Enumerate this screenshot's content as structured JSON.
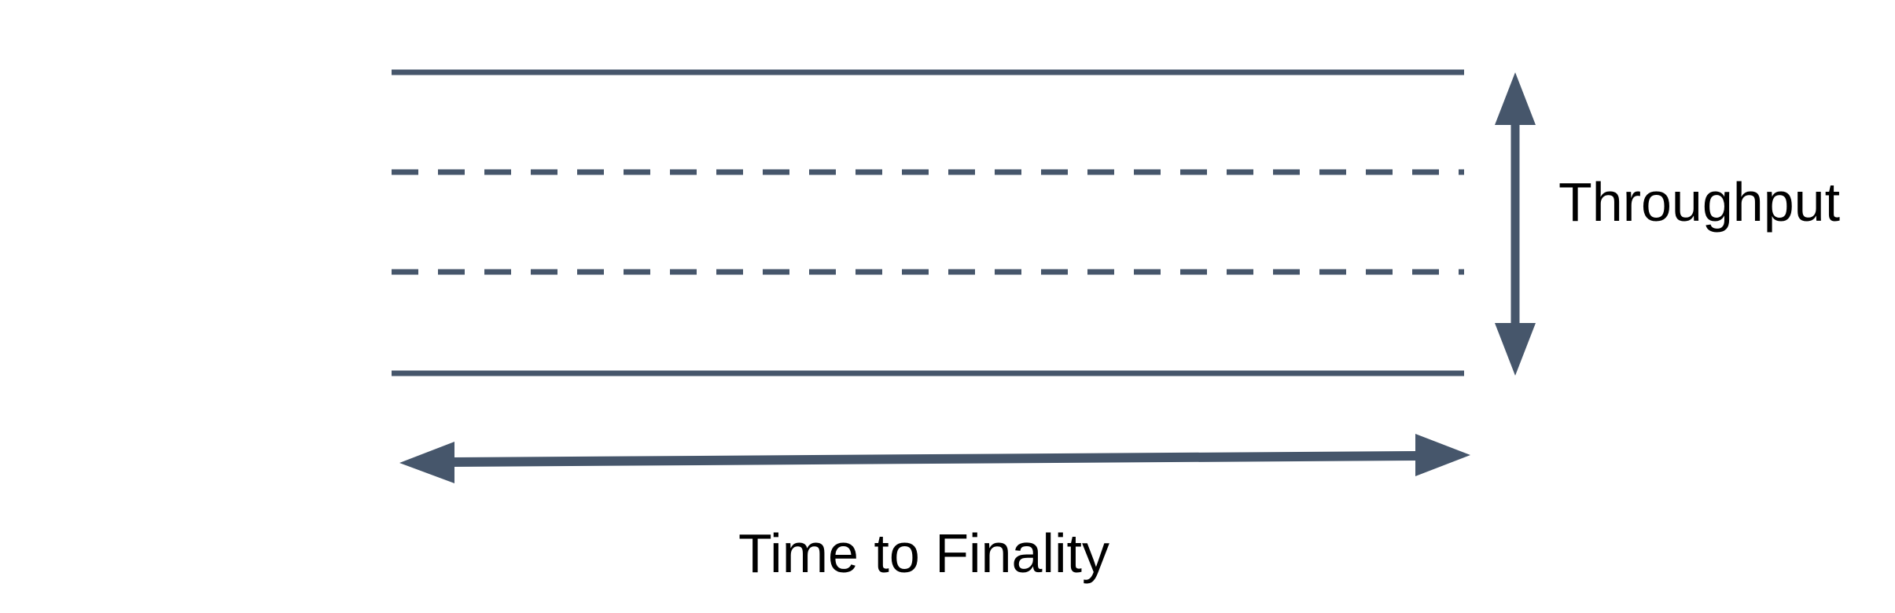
{
  "diagram": {
    "labels": {
      "throughput": "Throughput",
      "time_to_finality": "Time to Finality"
    },
    "colors": {
      "shape": "#46566B",
      "text": "#000000",
      "background": "#FFFFFF"
    },
    "icons": {
      "vertical_double_arrow": "↕",
      "horizontal_double_arrow": "↔"
    },
    "bands": {
      "line_styles": [
        "solid",
        "dashed",
        "dashed",
        "solid"
      ]
    }
  }
}
